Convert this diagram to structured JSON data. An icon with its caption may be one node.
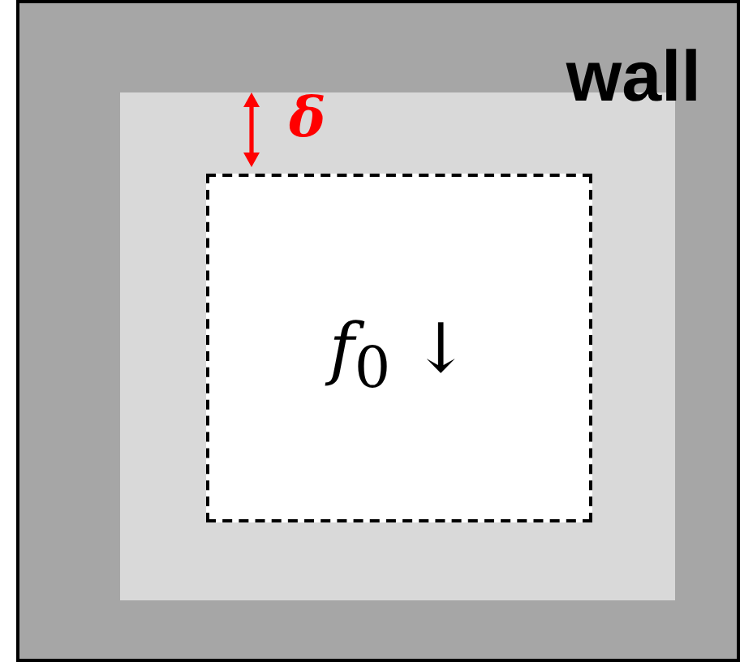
{
  "diagram": {
    "nodes": [
      {
        "text": [
          "wall"
        ]
      },
      {
        "text": [],
        "shape": "box",
        "in": 0
      },
      {
        "text": [
          "*f*$_{0}$ ↓"
        ],
        "in": 1
      }
    ],
    "edges": [],
    "labels": [
      "δ"
    ]
  }
}
